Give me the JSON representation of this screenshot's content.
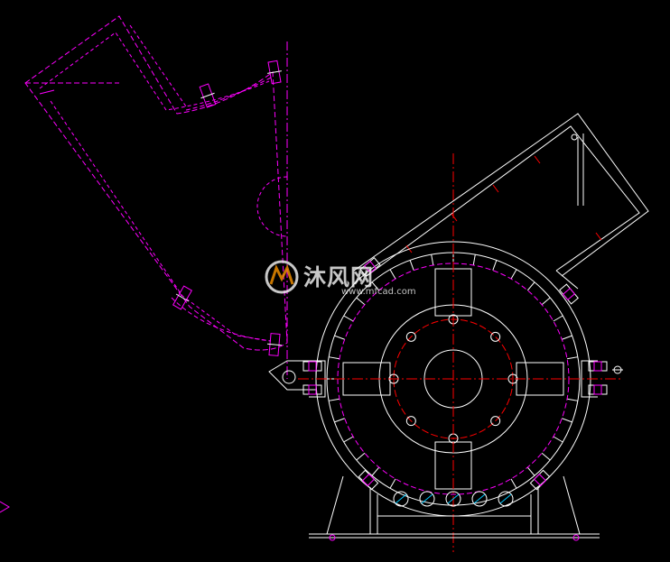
{
  "watermark": {
    "brand": "沐风网",
    "url": "www.mfcad.com",
    "logo_icon": "mf-logo-icon"
  },
  "colors": {
    "background": "#000000",
    "outline": "#ffffff",
    "hidden_line": "#ff00ff",
    "center_line": "#ff0000",
    "hatch": "#00c8ff"
  },
  "drawing": {
    "subject": "hammer crusher cross-section",
    "open_cover_view": true,
    "bolt_circle_holes": 8,
    "bottom_sieve_holes": 5
  }
}
